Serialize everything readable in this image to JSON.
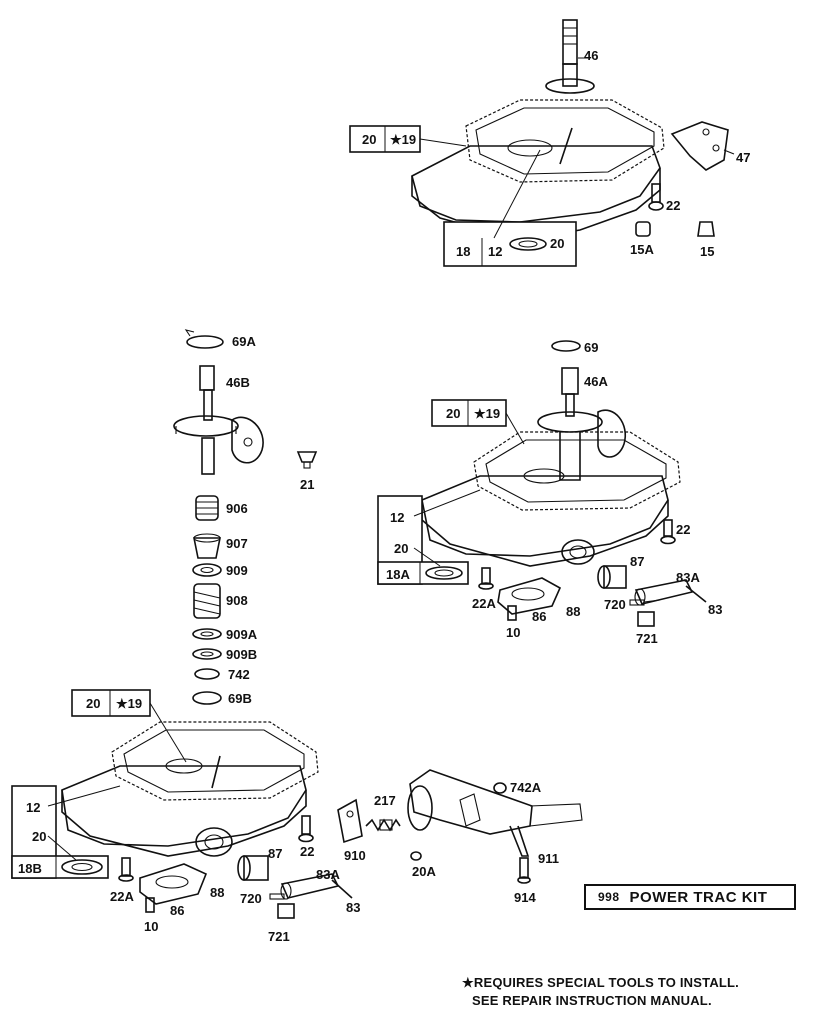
{
  "labels": {
    "p46": "46",
    "p47": "47",
    "p22_top": "22",
    "p15a": "15A",
    "p15": "15",
    "p18": "18",
    "p12_top": "12",
    "p20_top": "20",
    "b20_top": "20",
    "b19_top": "★19",
    "p69a": "69A",
    "p46b": "46B",
    "p21": "21",
    "p906": "906",
    "p907": "907",
    "p909": "909",
    "p908": "908",
    "p909a": "909A",
    "p909b": "909B",
    "p742": "742",
    "p69b": "69B",
    "p69": "69",
    "p46a": "46A",
    "b20_mid": "20",
    "b19_mid": "★19",
    "p12_mid": "12",
    "p20_mid": "20",
    "b18a": "18A",
    "p22_mid": "22",
    "p87_mid": "87",
    "p83a_mid": "83A",
    "p22a_mid": "22A",
    "p720_mid": "720",
    "p83_mid": "83",
    "p86_mid": "86",
    "p88_mid": "88",
    "p10_mid": "10",
    "p721_mid": "721",
    "b20_low": "20",
    "b19_low": "★19",
    "p12_low": "12",
    "p20_low": "20",
    "b18b": "18B",
    "p22_low": "22",
    "p87_low": "87",
    "p83a_low": "83A",
    "p22a_low": "22A",
    "p88_low": "88",
    "p86_low": "86",
    "p10_low": "10",
    "p720_low": "720",
    "p83_low": "83",
    "p721_low": "721",
    "p217": "217",
    "p742a": "742A",
    "p910": "910",
    "p20a": "20A",
    "p911": "911",
    "p914": "914"
  },
  "kit": {
    "number": "998",
    "label": "POWER TRAC KIT"
  },
  "note": {
    "line1": "★REQUIRES SPECIAL TOOLS TO INSTALL.",
    "line2": "SEE REPAIR INSTRUCTION MANUAL."
  }
}
